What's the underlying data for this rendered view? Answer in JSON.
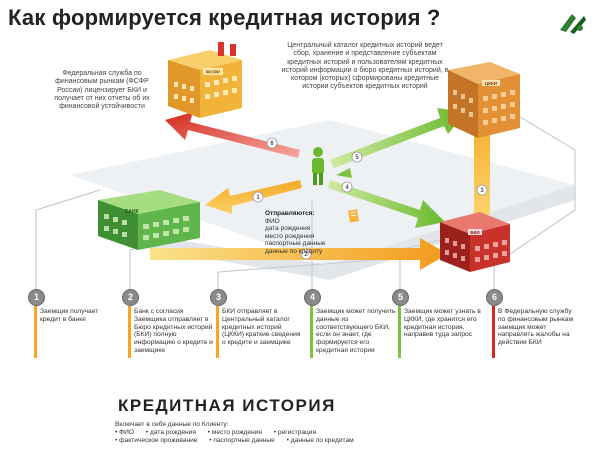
{
  "title": "Как формируется кредитная история ?",
  "colors": {
    "red": "#d42a1e",
    "orange": "#f5a623",
    "green": "#7cc23f",
    "building_yellow": "#f2b33a",
    "building_green": "#5fb54a",
    "building_red": "#c9312b"
  },
  "buildings": {
    "fsfr": {
      "label": "ФСФР"
    },
    "bank": {
      "label": "БАНК"
    },
    "bki": {
      "label": "БКИ"
    },
    "ckki": {
      "label": "ЦККИ"
    }
  },
  "descriptions": {
    "fsfr": "Федеральная служба по финансовым рынкам (ФСФР России) лицензирует БКИ и получает от них отчеты об их финансовой устойчивости",
    "ckki": "Центральный каталог кредитных историй ведет сбор, хранение и представление субъектам кредитных историй и пользователям кредитных историй информации о бюро кредитных историй, в котором (которых) сформированы кредитные истории субъектов кредитных историй"
  },
  "sent_list": {
    "heading": "Отправляются:",
    "items": [
      "ФИО",
      "дата рождения",
      "место рождения",
      "паспортные данные",
      "данные по кредиту"
    ]
  },
  "arrow_numbers": [
    "1",
    "2",
    "3",
    "4",
    "5",
    "6"
  ],
  "steps": [
    {
      "num": "1",
      "text": "Заемщик получает кредит в банке"
    },
    {
      "num": "2",
      "text": "Банк с согласия Заемщика отправляет в Бюро кредитных историй (БКИ) полную информацию о кредите и заемщике"
    },
    {
      "num": "3",
      "text": "БКИ отправляет в Центральный каталог кредитных историй (ЦККИ) краткие сведения о кредите и заемщике"
    },
    {
      "num": "4",
      "text": "Заемщик может получить данные из соответствующего БКИ, если он знает, где формируется его кредитная история"
    },
    {
      "num": "5",
      "text": "Заемщик может узнать в ЦККИ, где хранится его кредитная история, направив туда запрос"
    },
    {
      "num": "6",
      "text": "В Федеральную службу по финансовым рынкам заемщик может направлять жалобы на действия БКИ"
    }
  ],
  "credit_history": {
    "title": "КРЕДИТНАЯ  ИСТОРИЯ",
    "subtitle": "Включает в себя данные по Клиенту:",
    "items_row1": [
      "• ФИО",
      "• дата рождения",
      "• место рождения",
      "• регистрация"
    ],
    "items_row2": [
      "• фактическое проживание",
      "• паспортные данные",
      "• данные по кредитам"
    ]
  }
}
